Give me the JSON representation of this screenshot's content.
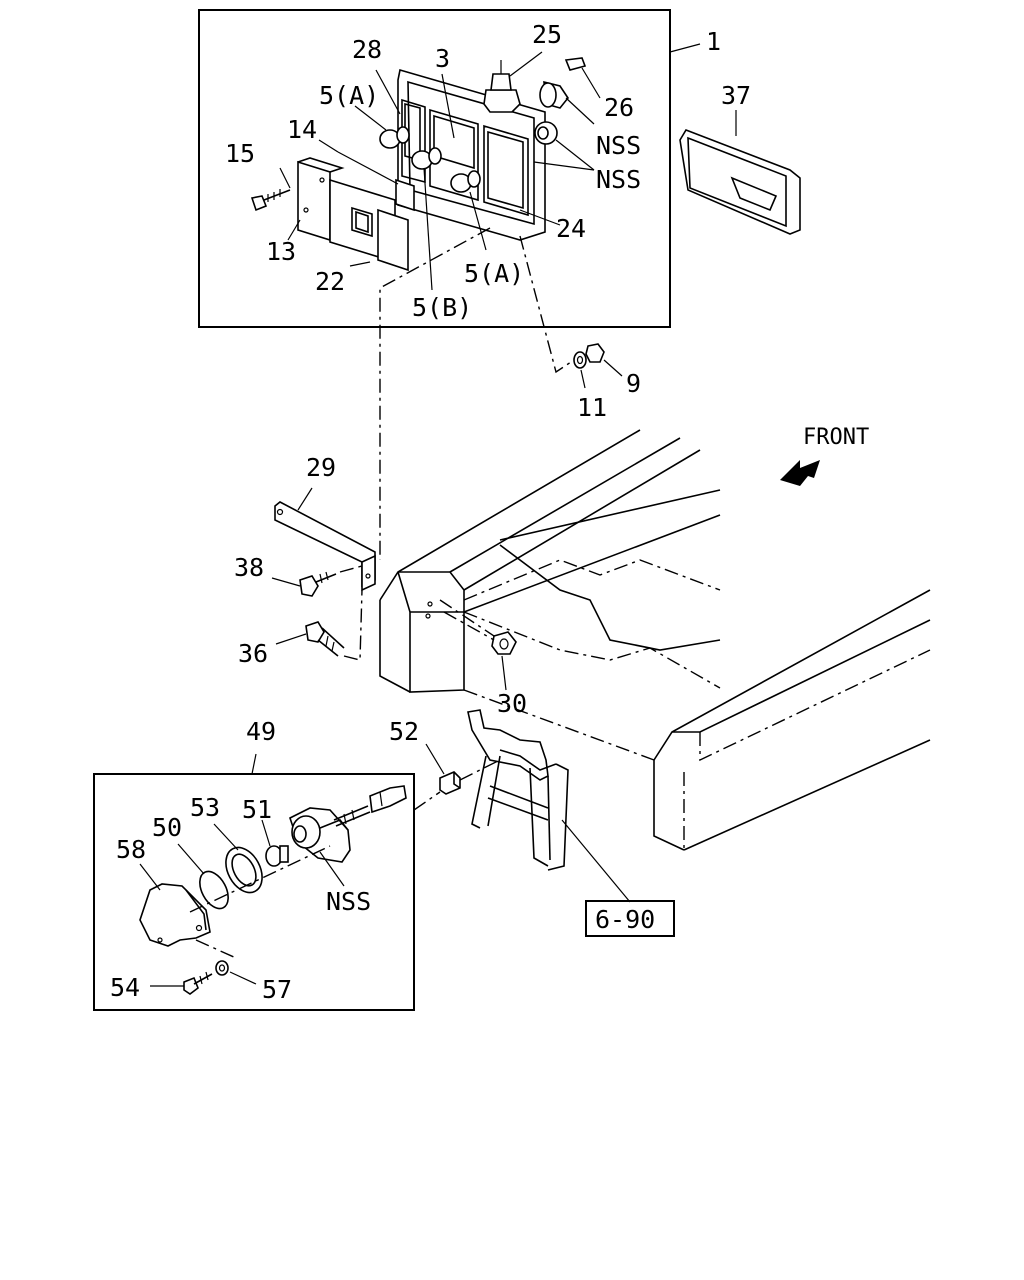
{
  "labels": {
    "p1": "1",
    "p3": "3",
    "p5a_top": "5(A)",
    "p5a_bottom": "5(A)",
    "p5b": "5(B)",
    "p9": "9",
    "p11": "11",
    "p13": "13",
    "p14": "14",
    "p15": "15",
    "p22": "22",
    "p24": "24",
    "p25": "25",
    "p26": "26",
    "p28": "28",
    "p29": "29",
    "p30": "30",
    "p36": "36",
    "p37": "37",
    "p38": "38",
    "p49": "49",
    "p50": "50",
    "p51": "51",
    "p52": "52",
    "p53": "53",
    "p54": "54",
    "p57": "57",
    "p58": "58",
    "nss_1": "NSS",
    "nss_2": "NSS",
    "nss_3": "NSS",
    "ref_6_90": "6-90",
    "front": "FRONT"
  }
}
